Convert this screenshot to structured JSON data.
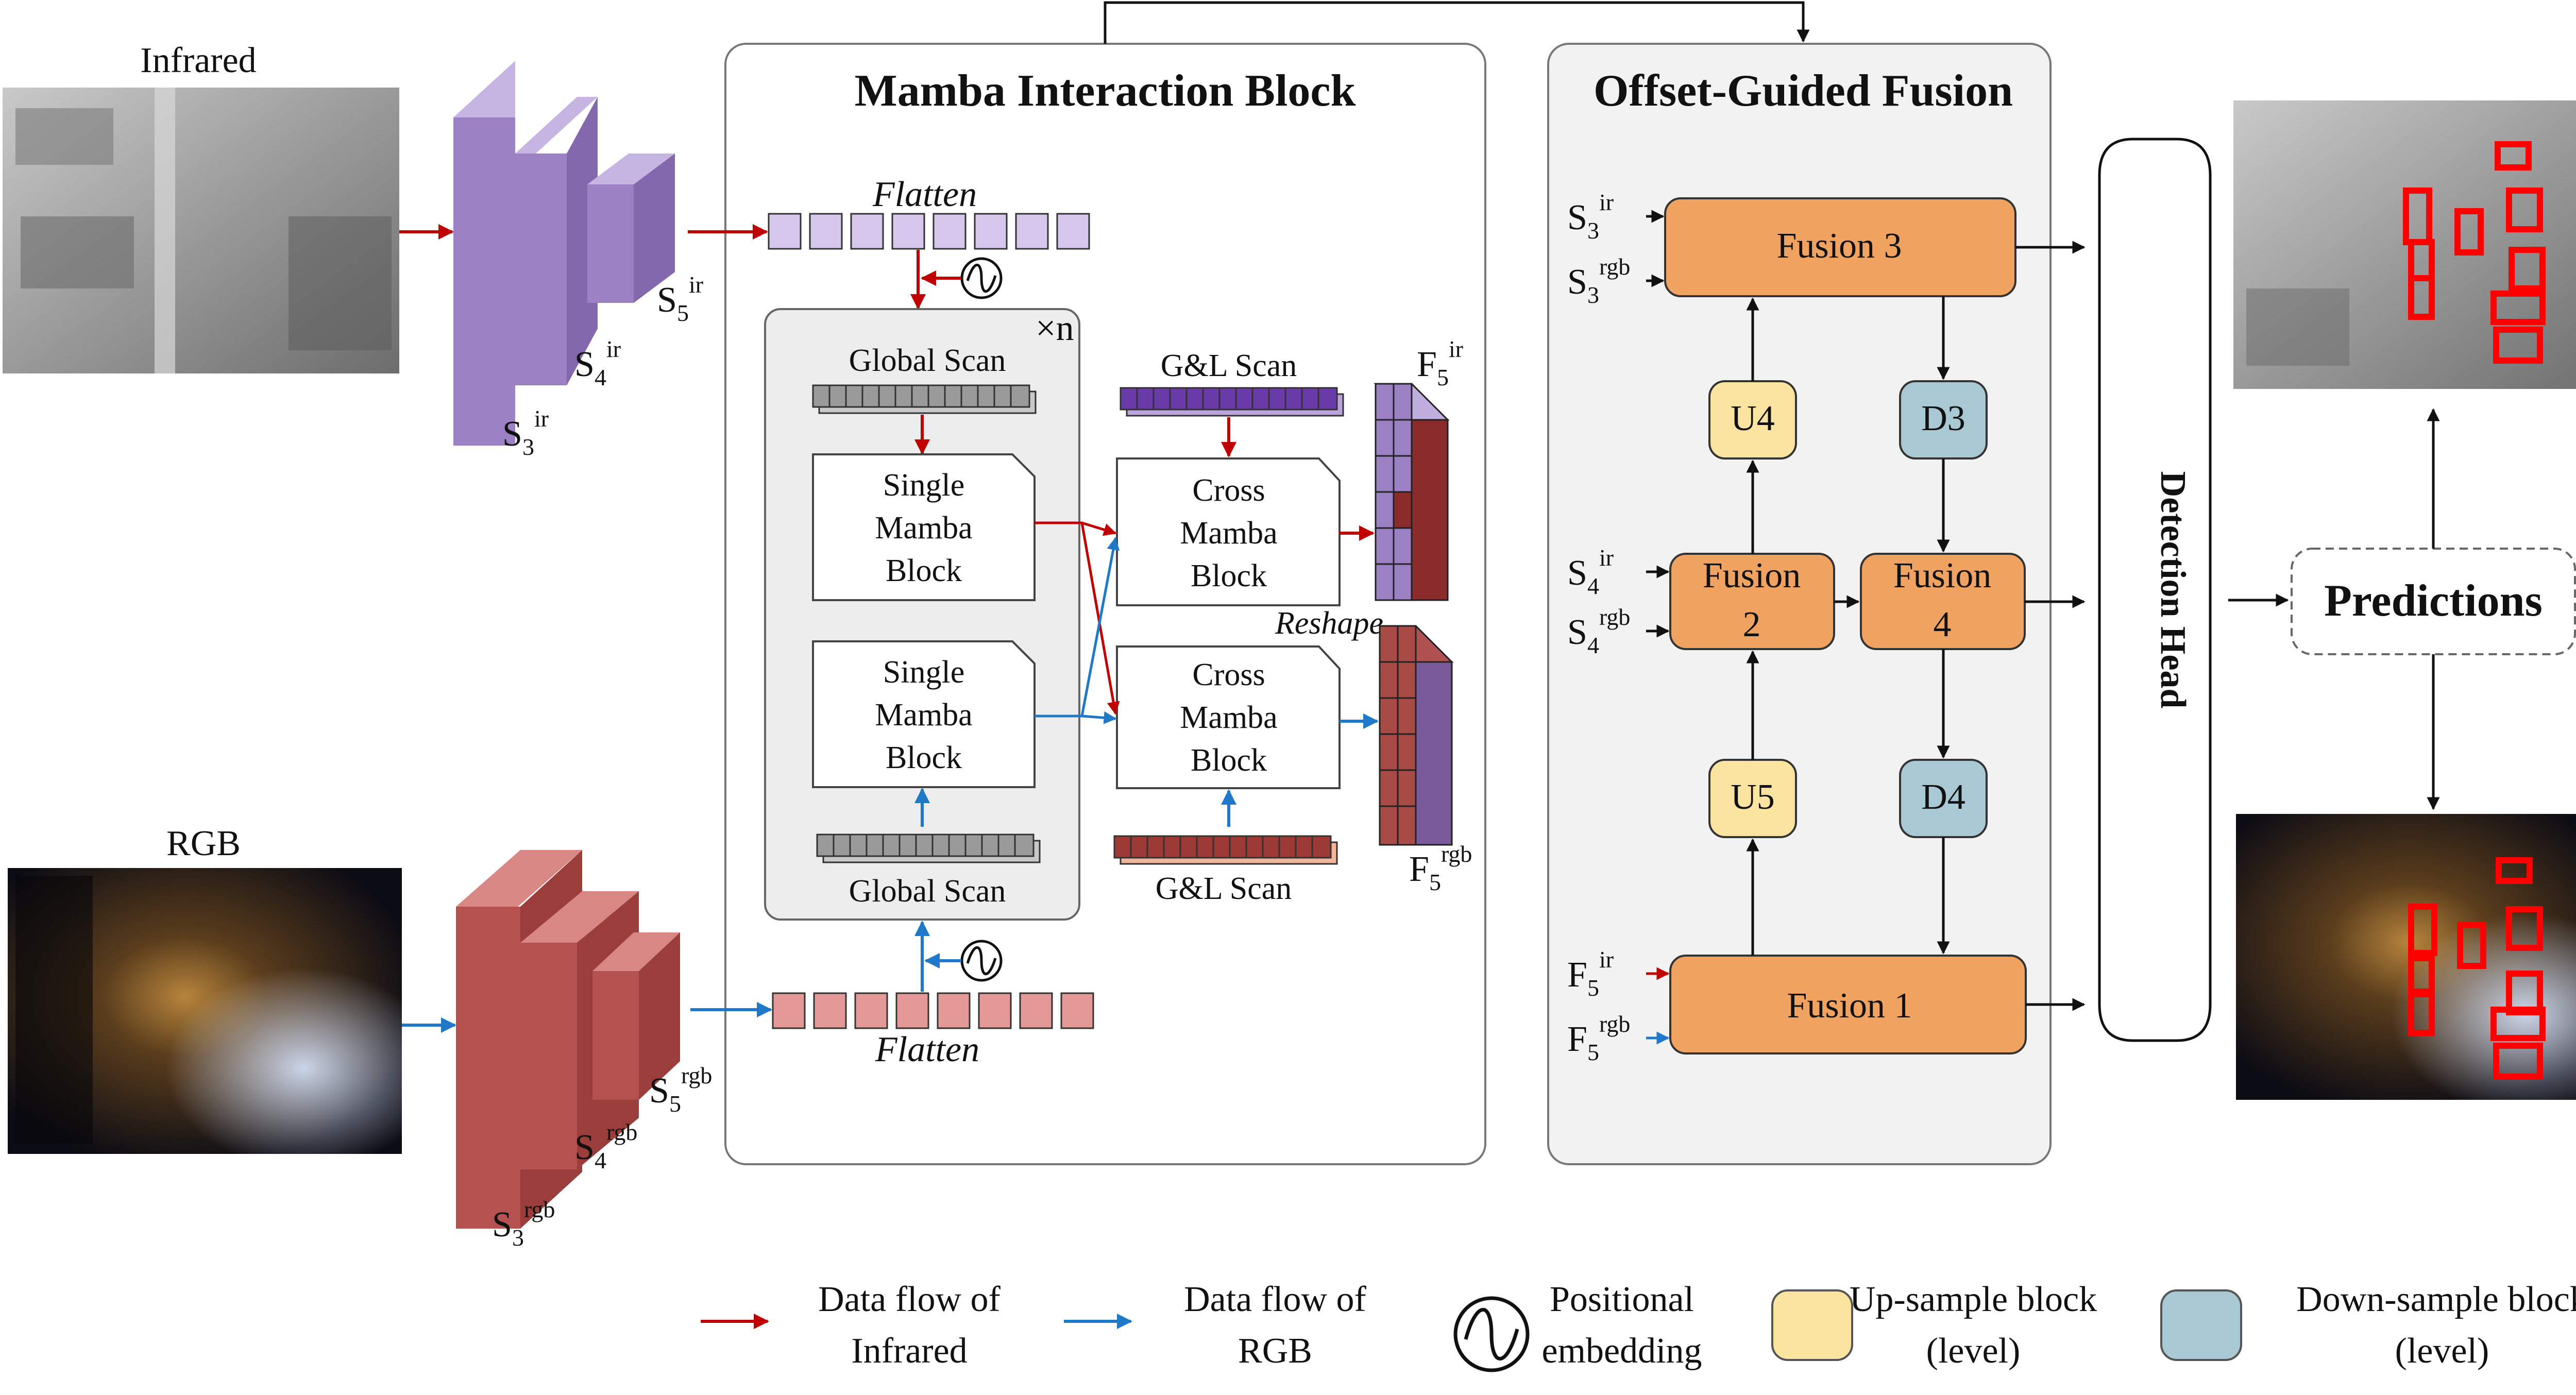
{
  "inputs": {
    "infrared_label": "Infrared",
    "rgb_label": "RGB"
  },
  "backbone": {
    "ir_levels": [
      {
        "base": "S",
        "sub": "3",
        "sup": "ir"
      },
      {
        "base": "S",
        "sub": "4",
        "sup": "ir"
      },
      {
        "base": "S",
        "sub": "5",
        "sup": "ir"
      }
    ],
    "rgb_levels": [
      {
        "base": "S",
        "sub": "3",
        "sup": "rgb"
      },
      {
        "base": "S",
        "sub": "4",
        "sup": "rgb"
      },
      {
        "base": "S",
        "sub": "5",
        "sup": "rgb"
      }
    ]
  },
  "mamba": {
    "title": "Mamba Interaction Block",
    "flatten": "Flatten",
    "repeat": "×n",
    "global_scan": "Global Scan",
    "gl_scan": "G&L Scan",
    "reshape": "Reshape",
    "single_block": [
      "Single",
      "Mamba",
      "Block"
    ],
    "cross_block": [
      "Cross",
      "Mamba",
      "Block"
    ],
    "f5_ir": {
      "base": "F",
      "sub": "5",
      "sup": "ir"
    },
    "f5_rgb": {
      "base": "F",
      "sub": "5",
      "sup": "rgb"
    }
  },
  "fusion": {
    "title": "Offset-Guided Fusion",
    "fusion1": "Fusion 1",
    "fusion2": [
      "Fusion",
      "2"
    ],
    "fusion3": "Fusion 3",
    "fusion4": [
      "Fusion",
      "4"
    ],
    "u4": "U4",
    "u5": "U5",
    "d3": "D3",
    "d4": "D4",
    "in_s3_ir": {
      "base": "S",
      "sub": "3",
      "sup": "ir"
    },
    "in_s3_rgb": {
      "base": "S",
      "sub": "3",
      "sup": "rgb"
    },
    "in_s4_ir": {
      "base": "S",
      "sub": "4",
      "sup": "ir"
    },
    "in_s4_rgb": {
      "base": "S",
      "sub": "4",
      "sup": "rgb"
    },
    "in_f5_ir": {
      "base": "F",
      "sub": "5",
      "sup": "ir"
    },
    "in_f5_rgb": {
      "base": "F",
      "sub": "5",
      "sup": "rgb"
    }
  },
  "head": {
    "label": "Detection Head"
  },
  "predictions": {
    "label": "Predictions"
  },
  "legend": {
    "ir_flow": [
      "Data flow of",
      "Infrared"
    ],
    "rgb_flow": [
      "Data flow of",
      "RGB"
    ],
    "pos_embed": [
      "Positional",
      "embedding"
    ],
    "up_block": [
      "Up-sample block",
      "(level)"
    ],
    "down_block": [
      "Down-sample block",
      "(level)"
    ]
  },
  "colors": {
    "ir_arrow": "#c00000",
    "rgb_arrow": "#1f78c8",
    "ir_feature": "#9b80c4",
    "rgb_feature": "#b5524f",
    "fusion_box": "#f0a260",
    "up_box": "#fbe3a0",
    "down_box": "#a8c8d4",
    "panel_bg": "#f2f2f2",
    "det_box": "#ff0000"
  }
}
